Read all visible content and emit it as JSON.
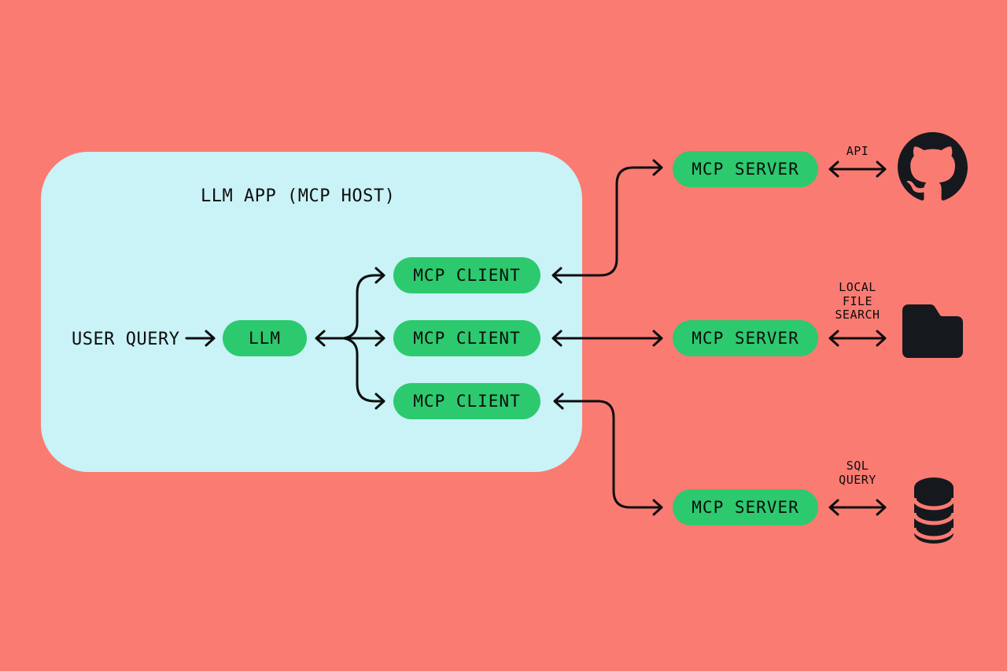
{
  "colors": {
    "background": "#FA7B72",
    "host-box": "#C9F3F6",
    "node": "#2DC96E",
    "line": "#0D0D0D",
    "icon": "#15191D",
    "text": "#0D0D0D"
  },
  "host": {
    "title": "LLM APP (MCP HOST)"
  },
  "nodes": {
    "user_query_label": "USER QUERY",
    "llm_label": "LLM",
    "clients": [
      {
        "label": "MCP CLIENT"
      },
      {
        "label": "MCP CLIENT"
      },
      {
        "label": "MCP CLIENT"
      }
    ],
    "servers": [
      {
        "label": "MCP SERVER",
        "connection_label": "API",
        "resource_icon": "github-icon"
      },
      {
        "label": "MCP SERVER",
        "connection_label": "LOCAL\nFILE\nSEARCH",
        "resource_icon": "folder-icon"
      },
      {
        "label": "MCP SERVER",
        "connection_label": "SQL\nQUERY",
        "resource_icon": "database-icon"
      }
    ]
  }
}
